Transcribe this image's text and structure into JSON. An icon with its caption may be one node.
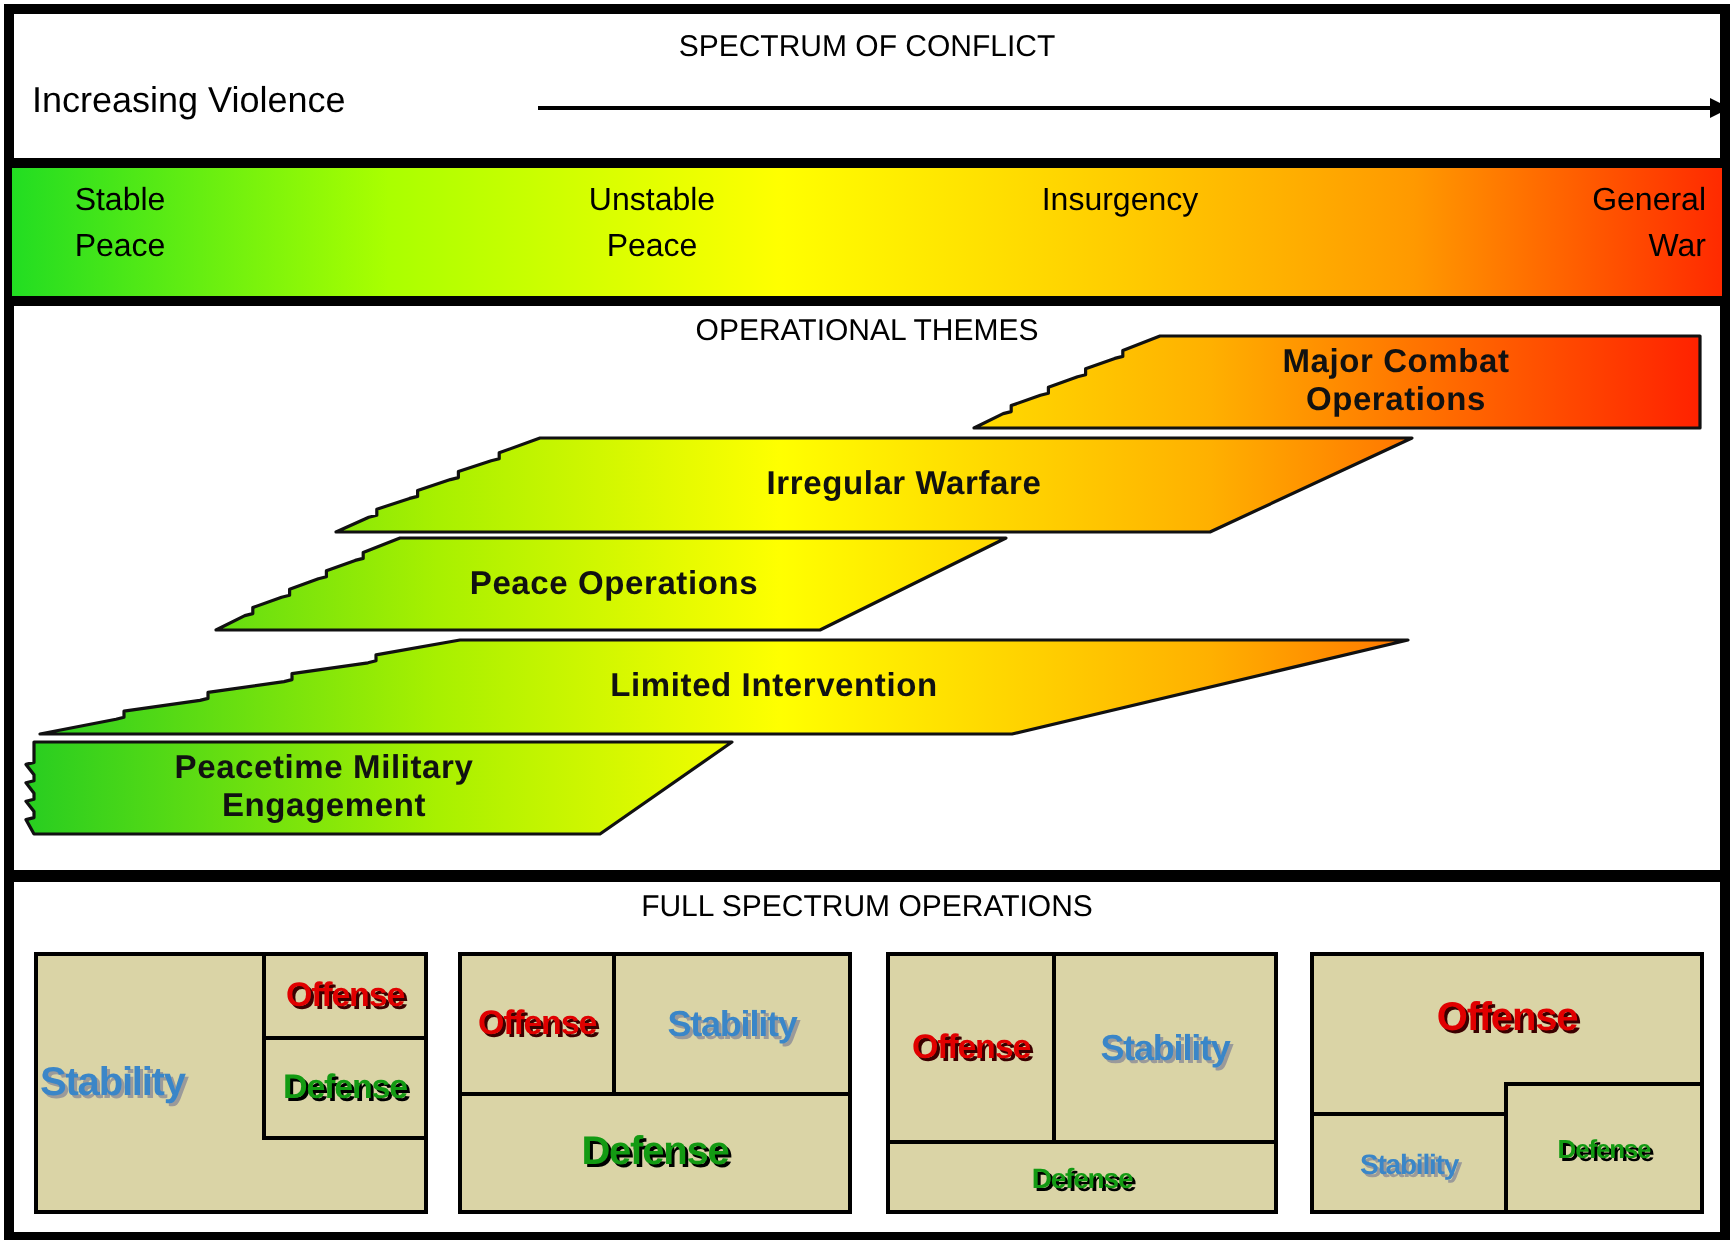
{
  "diagram": {
    "nodes": [
      {
        "text": [
          "SPECTRUM OF CONFLICT",
          "Increasing Violence"
        ]
      },
      {
        "text": [
          "Stable Peace",
          "Unstable Peace",
          "Insurgency",
          "General War"
        ]
      },
      {
        "text": [
          "OPERATIONAL THEMES"
        ]
      },
      {
        "text": [
          "Major Combat Operations"
        ],
        "in": 2
      },
      {
        "text": [
          "Irregular Warfare"
        ],
        "in": 2
      },
      {
        "text": [
          "Peace Operations"
        ],
        "in": 2
      },
      {
        "text": [
          "Limited Intervention"
        ],
        "in": 2
      },
      {
        "text": [
          "Peacetime Military Engagement"
        ],
        "in": 2
      },
      {
        "text": [
          "FULL SPECTRUM OPERATIONS"
        ]
      },
      {
        "text": [
          "Stability"
        ],
        "in": 8
      },
      {
        "text": [
          "Offense"
        ],
        "in": 9
      },
      {
        "text": [
          "Defense"
        ],
        "in": 9
      },
      {
        "text": [],
        "shape": "box",
        "in": 8
      },
      {
        "text": [
          "Offense"
        ],
        "in": 12
      },
      {
        "text": [
          "Stability"
        ],
        "in": 12
      },
      {
        "text": [
          "Defense"
        ],
        "in": 12
      },
      {
        "text": [],
        "shape": "box",
        "in": 8
      },
      {
        "text": [
          "Offense"
        ],
        "in": 16
      },
      {
        "text": [
          "Stability"
        ],
        "in": 16
      },
      {
        "text": [
          "Defense"
        ],
        "in": 16
      },
      {
        "text": [
          "Offense"
        ],
        "in": 8
      },
      {
        "text": [
          "Stability"
        ],
        "in": 20
      },
      {
        "text": [
          "Defense"
        ],
        "in": 20
      }
    ]
  }
}
